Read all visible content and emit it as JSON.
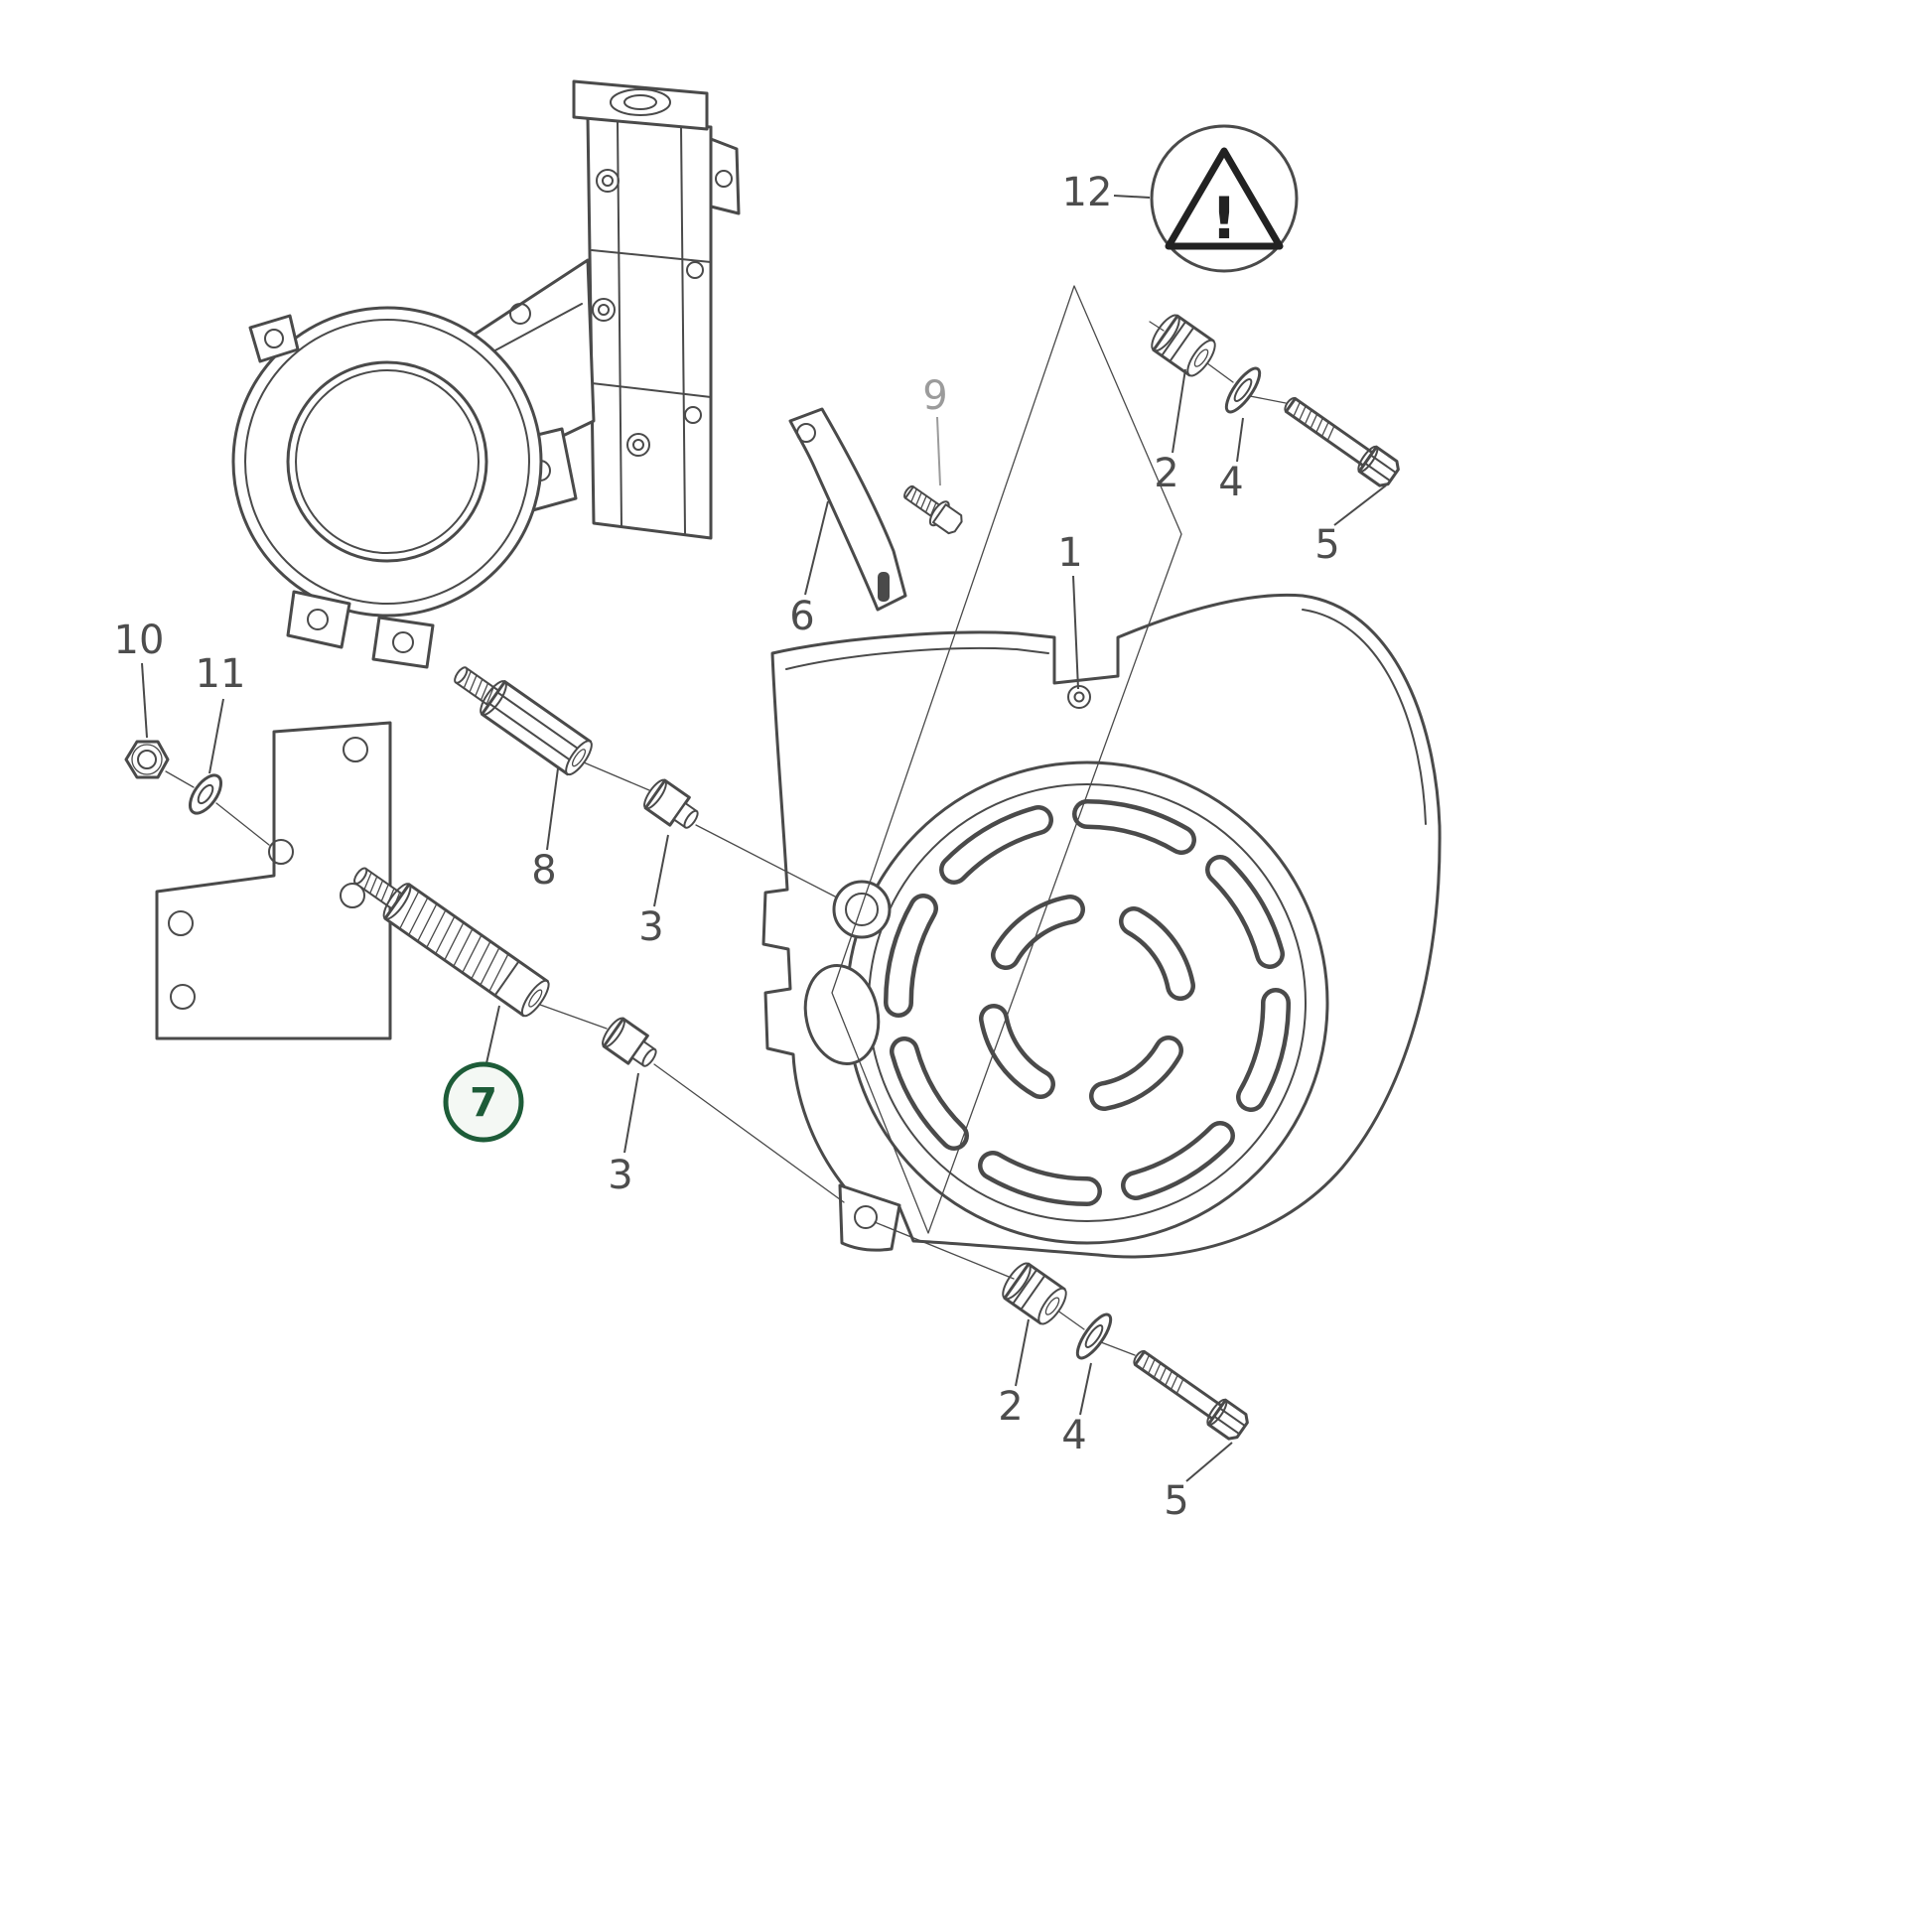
{
  "diagram": {
    "type": "exploded-parts-diagram",
    "background": "#ffffff",
    "line_color": "#4a4a4a",
    "label_color": "#4d4d4d",
    "muted_label_color": "#9b9b9b",
    "highlight_color": "#1d5c38",
    "highlight_fill": "#f4f8f4",
    "warning_icon": {
      "glyph": "!"
    },
    "callouts": {
      "c1": {
        "label": "1"
      },
      "c2_top": {
        "label": "2"
      },
      "c2_bottom": {
        "label": "2"
      },
      "c3_upper": {
        "label": "3"
      },
      "c3_lower": {
        "label": "3"
      },
      "c4_top": {
        "label": "4"
      },
      "c4_bottom": {
        "label": "4"
      },
      "c5_top": {
        "label": "5"
      },
      "c5_bottom": {
        "label": "5"
      },
      "c6": {
        "label": "6"
      },
      "c7": {
        "label": "7",
        "highlighted": true
      },
      "c8": {
        "label": "8"
      },
      "c9": {
        "label": "9",
        "muted": true
      },
      "c10": {
        "label": "10"
      },
      "c11": {
        "label": "11"
      },
      "c12": {
        "label": "12"
      }
    }
  }
}
